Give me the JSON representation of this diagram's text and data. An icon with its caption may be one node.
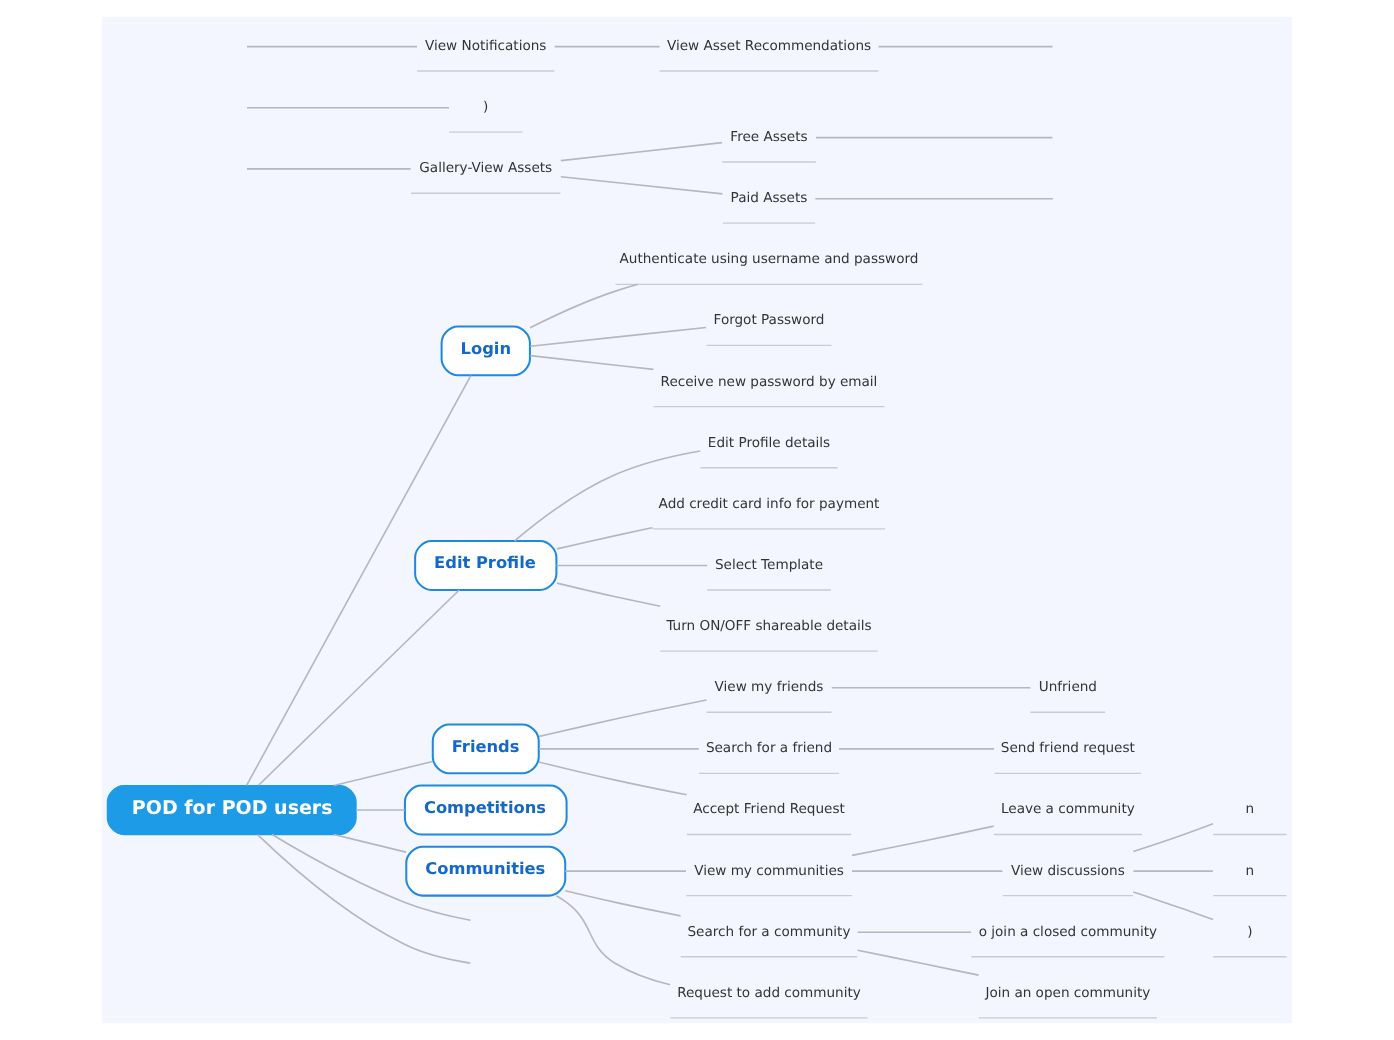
{
  "diagram": {
    "nodes": [
      {
        "text": [
          "POD for POD users"
        ]
      },
      {
        "text": [
          "Login"
        ]
      },
      {
        "text": [
          "Authenticate using username and password"
        ]
      },
      {
        "text": [
          "Forgot Password"
        ]
      },
      {
        "text": [
          "Receive new password by email"
        ]
      },
      {
        "text": [
          "Edit Profile"
        ]
      },
      {
        "text": [
          "Edit Profile details"
        ]
      },
      {
        "text": [
          "Add credit card info for payment"
        ]
      },
      {
        "text": [
          "Select Template"
        ]
      },
      {
        "text": [
          "Turn ON/OFF shareable details"
        ]
      },
      {
        "text": [
          "Friends"
        ]
      },
      {
        "text": [
          "View my friends"
        ]
      },
      {
        "text": [
          "Unfriend"
        ]
      },
      {
        "text": [
          "Search for a friend"
        ]
      },
      {
        "text": [
          "Send friend request"
        ]
      },
      {
        "text": [
          "Accept Friend Request"
        ]
      },
      {
        "text": [
          "Competitions"
        ]
      },
      {
        "text": [
          "Communities"
        ]
      },
      {
        "text": [
          "View my communities"
        ]
      },
      {
        "text": [
          "Leave a community"
        ]
      },
      {
        "text": [
          "View discussions"
        ]
      },
      {
        "text": [
          "n"
        ]
      },
      {
        "text": [
          "n"
        ]
      },
      {
        "text": [
          ")"
        ]
      },
      {
        "text": [
          "Search for a community"
        ]
      },
      {
        "text": [
          "o join a closed community"
        ]
      },
      {
        "text": [
          "Join an open community"
        ]
      },
      {
        "text": [
          "Request to add community"
        ]
      },
      {
        "text": [
          "Gallery-View Assets"
        ]
      },
      {
        "text": [
          "Free Assets"
        ]
      },
      {
        "text": [
          "Paid Assets"
        ]
      },
      {
        "text": [
          ")"
        ]
      },
      {
        "text": [
          "View Notifications"
        ]
      },
      {
        "text": [
          "View Asset Recommendations"
        ]
      }
    ],
    "edges": [
      {
        "from": 0,
        "to": 1,
        "arrow": "none"
      },
      {
        "from": 1,
        "to": 2,
        "arrow": "none"
      },
      {
        "from": 1,
        "to": 3,
        "arrow": "none"
      },
      {
        "from": 1,
        "to": 4,
        "arrow": "none"
      },
      {
        "from": 0,
        "to": 5,
        "arrow": "none"
      },
      {
        "from": 5,
        "to": 6,
        "arrow": "none"
      },
      {
        "from": 5,
        "to": 7,
        "arrow": "none"
      },
      {
        "from": 5,
        "to": 8,
        "arrow": "none"
      },
      {
        "from": 5,
        "to": 9,
        "arrow": "none"
      },
      {
        "from": 0,
        "to": 10,
        "arrow": "none"
      },
      {
        "from": 10,
        "to": 11,
        "arrow": "none"
      },
      {
        "from": 11,
        "to": 12,
        "arrow": "none"
      },
      {
        "from": 10,
        "to": 13,
        "arrow": "none"
      },
      {
        "from": 13,
        "to": 14,
        "arrow": "none"
      },
      {
        "from": 10,
        "to": 15,
        "arrow": "none"
      },
      {
        "from": 0,
        "to": 16,
        "arrow": "none"
      },
      {
        "from": 0,
        "to": 17,
        "arrow": "none"
      },
      {
        "from": 17,
        "to": 18,
        "arrow": "none"
      },
      {
        "from": 18,
        "to": 19,
        "arrow": "none"
      },
      {
        "from": 18,
        "to": 20,
        "arrow": "none"
      },
      {
        "from": 20,
        "to": 21,
        "arrow": "none"
      },
      {
        "from": 20,
        "to": 22,
        "arrow": "none"
      },
      {
        "from": 20,
        "to": 23,
        "arrow": "none"
      },
      {
        "from": 17,
        "to": 24,
        "arrow": "none"
      },
      {
        "from": 24,
        "to": 25,
        "arrow": "none"
      },
      {
        "from": 24,
        "to": 26,
        "arrow": "none"
      },
      {
        "from": 17,
        "to": 27,
        "arrow": "none"
      },
      {
        "from": null,
        "to": 28,
        "arrow": "none"
      },
      {
        "from": 28,
        "to": 29,
        "arrow": "none"
      },
      {
        "from": 28,
        "to": 30,
        "arrow": "none"
      },
      {
        "from": 29,
        "to": null,
        "arrow": "none"
      },
      {
        "from": 30,
        "to": null,
        "arrow": "none"
      },
      {
        "from": null,
        "to": 31,
        "arrow": "none"
      },
      {
        "from": null,
        "to": 32,
        "arrow": "none"
      },
      {
        "from": 32,
        "to": 33,
        "arrow": "none"
      },
      {
        "from": 33,
        "to": null,
        "arrow": "none"
      },
      {
        "from": 0,
        "to": null,
        "arrow": "none"
      },
      {
        "from": 0,
        "to": null,
        "arrow": "none"
      }
    ]
  }
}
